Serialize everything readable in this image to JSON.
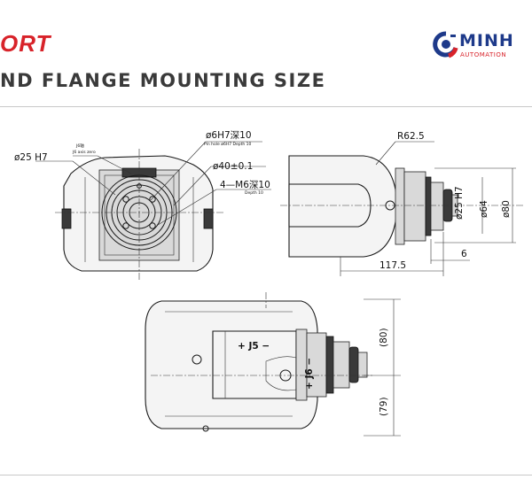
{
  "header": {
    "title": "ORT",
    "subtitle": "ND FLANGE MOUNTING SIZE"
  },
  "logo": {
    "name": "MINH",
    "tagline": "AUTOMATION"
  },
  "front_view": {
    "dia25": "ø25  H7",
    "pin_hole": "ø6H7深10",
    "pin_hole_note": "Pin hole ø6H7  Depth  10",
    "dia40": "ø40±0.1",
    "tapped": "4—M6深10",
    "tapped_note": "Depth  10",
    "small_label_1": "J6轴",
    "small_label_2": "J6 axis zero"
  },
  "side_view": {
    "radius": "R62.5",
    "dia25": "ø25 H7",
    "dia64": "ø64",
    "dia80": "ø80",
    "len117": "117.5",
    "len6": "6"
  },
  "top_view": {
    "dim80": "(80)",
    "dim79": "(79)",
    "j5_label": "+ J5 −",
    "j6_label": "+ J6 −"
  }
}
